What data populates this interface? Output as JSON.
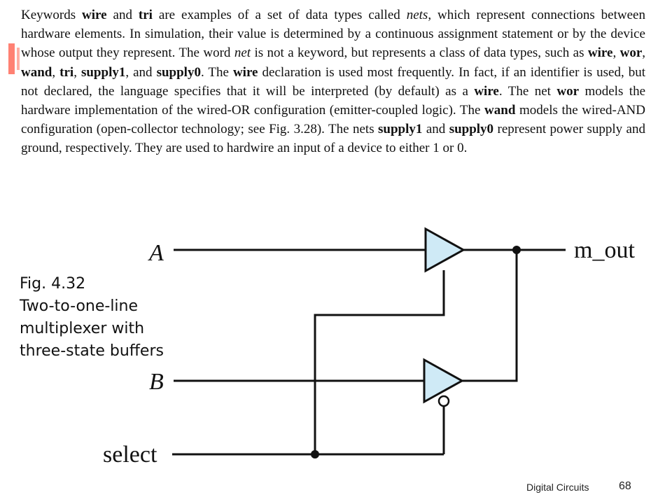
{
  "paragraph": {
    "runs": [
      {
        "t": "Keywords "
      },
      {
        "t": "wire",
        "b": true
      },
      {
        "t": " and "
      },
      {
        "t": "tri",
        "b": true
      },
      {
        "t": " are examples of a set of data types called "
      },
      {
        "t": "nets",
        "i": true
      },
      {
        "t": ", which represent connections between hardware elements. In simulation, their value is determined by a continuous assignment statement or by the device whose output they represent. The word "
      },
      {
        "t": "net",
        "i": true
      },
      {
        "t": " is not a keyword, but represents a class of data types, such as "
      },
      {
        "t": "wire",
        "b": true
      },
      {
        "t": ", "
      },
      {
        "t": "wor",
        "b": true
      },
      {
        "t": ", "
      },
      {
        "t": "wand",
        "b": true
      },
      {
        "t": ", "
      },
      {
        "t": "tri",
        "b": true
      },
      {
        "t": ", "
      },
      {
        "t": "supply1",
        "b": true
      },
      {
        "t": ", and "
      },
      {
        "t": "supply0",
        "b": true
      },
      {
        "t": ". The "
      },
      {
        "t": "wire",
        "b": true
      },
      {
        "t": " declaration is used most frequently. In fact, if an identifier is used, but not declared, the language specifies that it will be interpreted (by default) as a "
      },
      {
        "t": "wire",
        "b": true
      },
      {
        "t": ". The net "
      },
      {
        "t": "wor",
        "b": true
      },
      {
        "t": " models the hardware implementation of the wired-OR configuration (emitter-coupled logic). The "
      },
      {
        "t": "wand",
        "b": true
      },
      {
        "t": " models the wired-AND configuration (open-collector technology; see Fig. 3.28). The nets "
      },
      {
        "t": "supply1",
        "b": true
      },
      {
        "t": " and "
      },
      {
        "t": "supply0",
        "b": true
      },
      {
        "t": " represent power supply and ground, respectively. They are used to hardwire an input of a device to either 1 or 0."
      }
    ]
  },
  "diagram": {
    "label_a": "A",
    "label_b": "B",
    "label_select": "select",
    "label_out": "m_out",
    "buffer_fill": "#cfeaf6"
  },
  "caption": {
    "line1": "Fig. 4.32",
    "line2": "Two-to-one-line",
    "line3": "multiplexer with",
    "line4": "three-state buffers"
  },
  "footer": {
    "label": "Digital Circuits",
    "page": "68"
  }
}
